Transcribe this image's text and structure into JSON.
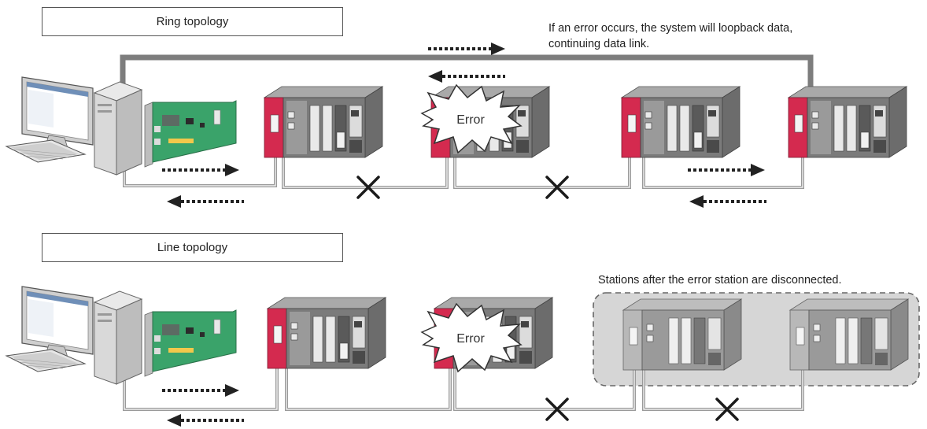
{
  "ring": {
    "label": "Ring topology",
    "note_line1": "If an error occurs, the system will loopback data,",
    "note_line2": "continuing data link.",
    "error_label": "Error"
  },
  "line": {
    "label": "Line topology",
    "note": "Stations after the error station are disconnected.",
    "error_label": "Error"
  },
  "colors": {
    "module_red": "#d42a4f",
    "cable": "#8c8c8c",
    "ring_cable": "#7d7d7d",
    "board_green": "#3aa36a",
    "disconnected_area": "#d6d6d6",
    "arrow": "#222222"
  },
  "icons": [
    "pc-icon",
    "network-board-icon",
    "plc-station-icon",
    "error-burst-icon",
    "cross-mark-icon",
    "dotted-arrow-icon"
  ]
}
